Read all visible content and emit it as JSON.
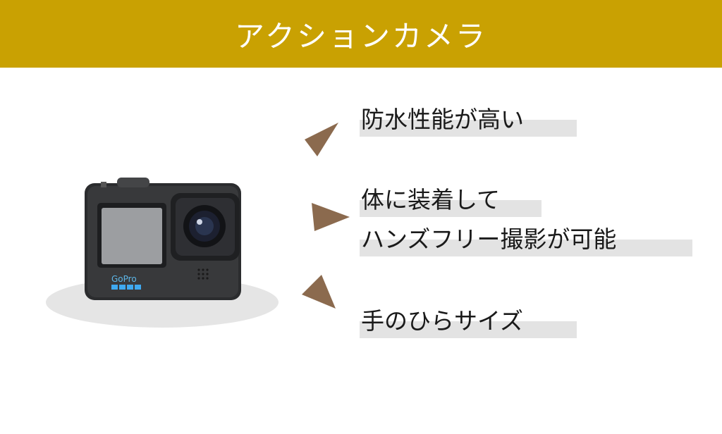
{
  "header": {
    "title": "アクションカメラ"
  },
  "camera": {
    "brand": "GoPro"
  },
  "features": [
    {
      "lines": [
        "防水性能が高い"
      ]
    },
    {
      "lines": [
        "体に装着して",
        "ハンズフリー撮影が可能"
      ]
    },
    {
      "lines": [
        "手のひらサイズ"
      ]
    }
  ],
  "colors": {
    "header_bg": "#c9a102",
    "arrow": "#8b6a4e",
    "highlight": "#e3e3e3"
  }
}
